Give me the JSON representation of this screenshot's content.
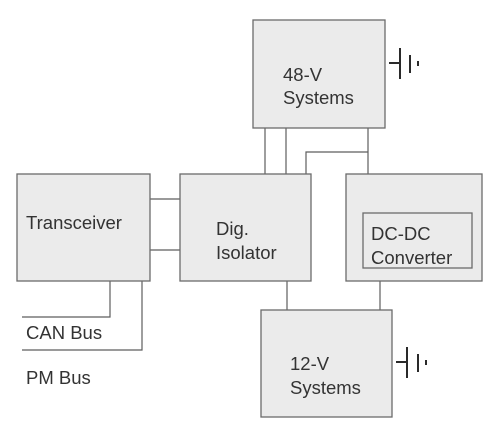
{
  "blocks": {
    "v48": {
      "line1": "48-V",
      "line2": "Systems"
    },
    "transceiver": {
      "label": "Transceiver"
    },
    "isolator": {
      "line1": "Dig.",
      "line2": "Isolator"
    },
    "dcdc": {
      "line1": "DC-DC",
      "line2": "Converter"
    },
    "v12": {
      "line1": "12-V",
      "line2": "Systems"
    }
  },
  "buses": {
    "can": "CAN Bus",
    "pm": "PM Bus"
  },
  "colors": {
    "block_fill": "#ebebeb",
    "block_stroke": "#6b6b6b",
    "wire": "#5e5e5e",
    "text": "#333333"
  }
}
